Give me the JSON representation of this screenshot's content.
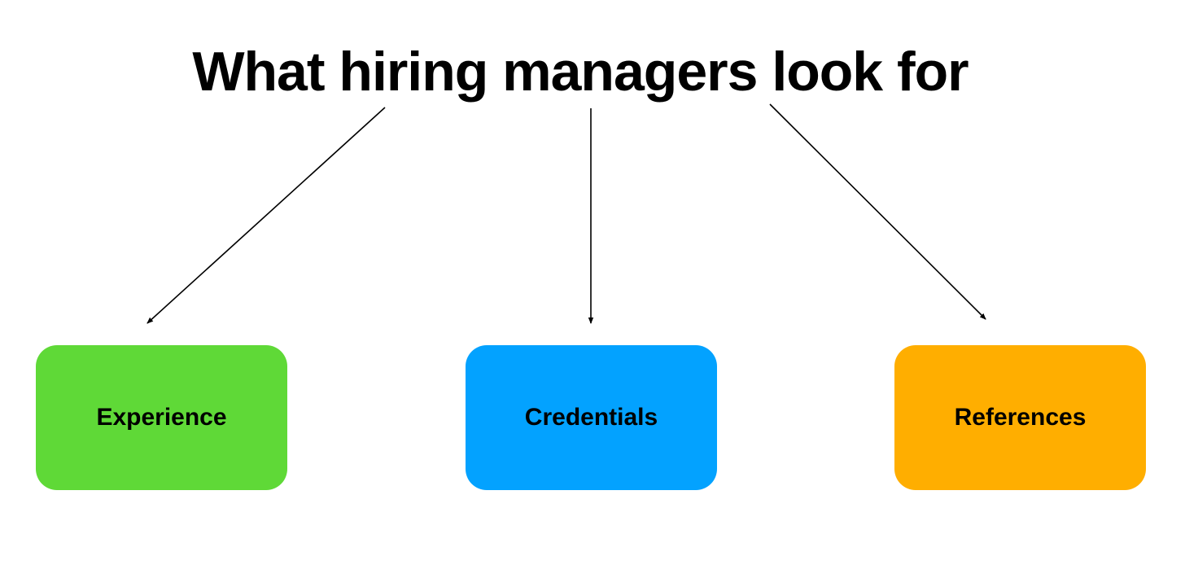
{
  "title": "What hiring managers look for",
  "nodes": [
    {
      "label": "Experience",
      "color": "#5fd937"
    },
    {
      "label": "Credentials",
      "color": "#03a2ff"
    },
    {
      "label": "References",
      "color": "#ffae00"
    }
  ],
  "edges": [
    {
      "from": "title",
      "to": "Experience"
    },
    {
      "from": "title",
      "to": "Credentials"
    },
    {
      "from": "title",
      "to": "References"
    }
  ],
  "arrow_color": "#000000"
}
